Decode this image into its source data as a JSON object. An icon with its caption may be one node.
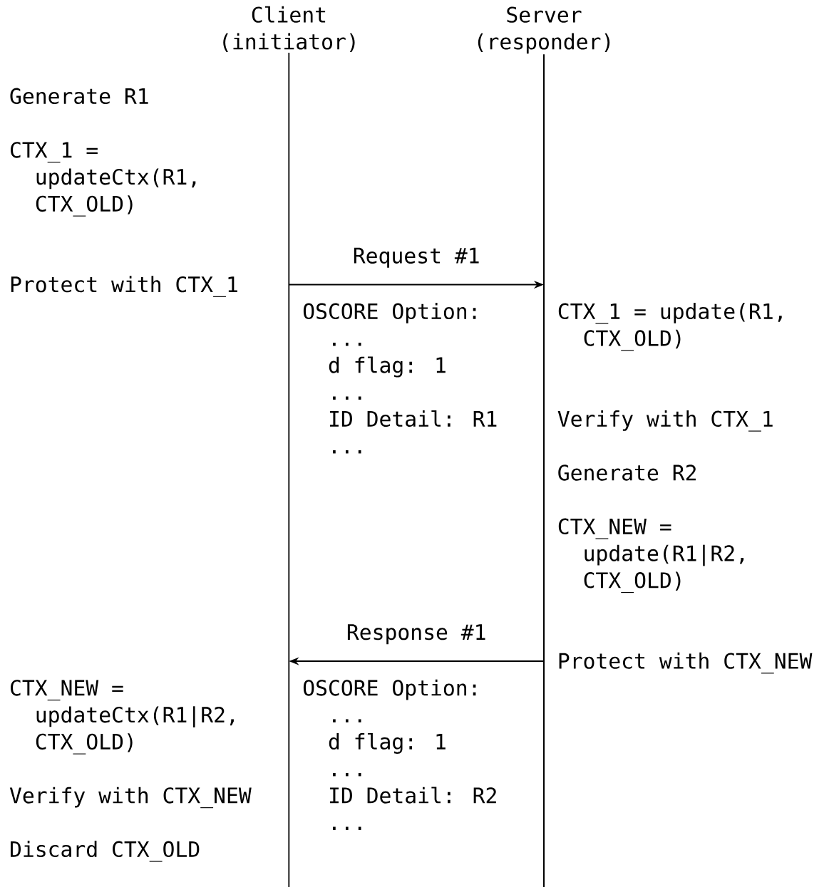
{
  "diagram": {
    "nodes": [
      {
        "text": [
          "Client (initiator)"
        ]
      },
      {
        "text": [
          "Server (responder)"
        ]
      }
    ],
    "edges": [
      {
        "from": 0,
        "to": 1,
        "arrow": "to",
        "label": "Request #1"
      },
      {
        "from": 1,
        "to": 0,
        "arrow": "to",
        "label": "Response #1"
      }
    ],
    "labels": [
      "Generate R1",
      "CTX_1 = updateCtx(R1, CTX_OLD)",
      "Protect with CTX_1",
      "OSCORE Option:",
      "CTX_1 = update(R1, CTX_OLD)",
      "...",
      "d flag: 1",
      "...",
      "ID Detail: R1",
      "Verify with CTX_1",
      "...",
      "Generate R2",
      "CTX_NEW = update(R1|R2, CTX_OLD)",
      "Protect with CTX_NEW",
      "CTX_NEW = updateCtx(R1|R2, CTX_OLD)",
      "OSCORE Option:",
      "...",
      "d flag: 1",
      "...",
      "Verify with CTX_NEW",
      "ID Detail: R2",
      "...",
      "Discard CTX_OLD"
    ]
  }
}
